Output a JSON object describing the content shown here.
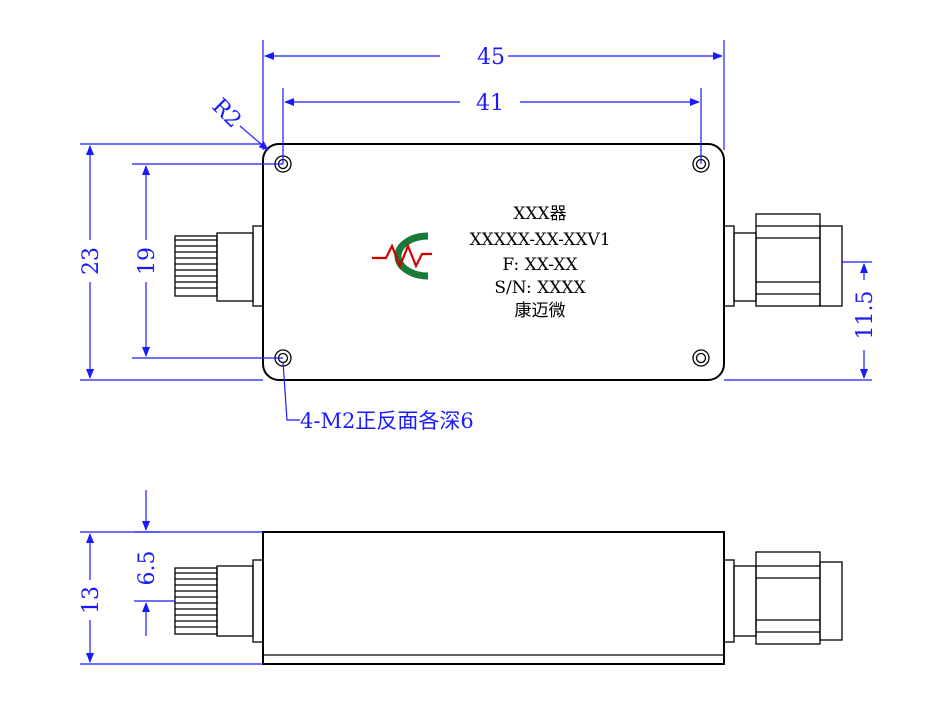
{
  "dimensions": {
    "overall_length": "45",
    "hole_spacing_x": "41",
    "corner_radius": "R2",
    "overall_height": "23",
    "hole_spacing_y": "19",
    "connector_offset": "11.5",
    "side_height": "13",
    "side_connector_offset": "6.5"
  },
  "hole_note": "4-M2正反面各深6",
  "label": {
    "line1": "XXX器",
    "line2": "XXXXX-XX-XXV1",
    "line3": "F: XX-XX",
    "line4": "S/N: XXXX",
    "line5": "康迈微"
  },
  "logo": {
    "icon": "company-logo-icon",
    "ring_color": "#1a7a3a",
    "wave_color": "#cc0000"
  },
  "colors": {
    "dimension": "#1a1aff",
    "outline": "#000000"
  }
}
